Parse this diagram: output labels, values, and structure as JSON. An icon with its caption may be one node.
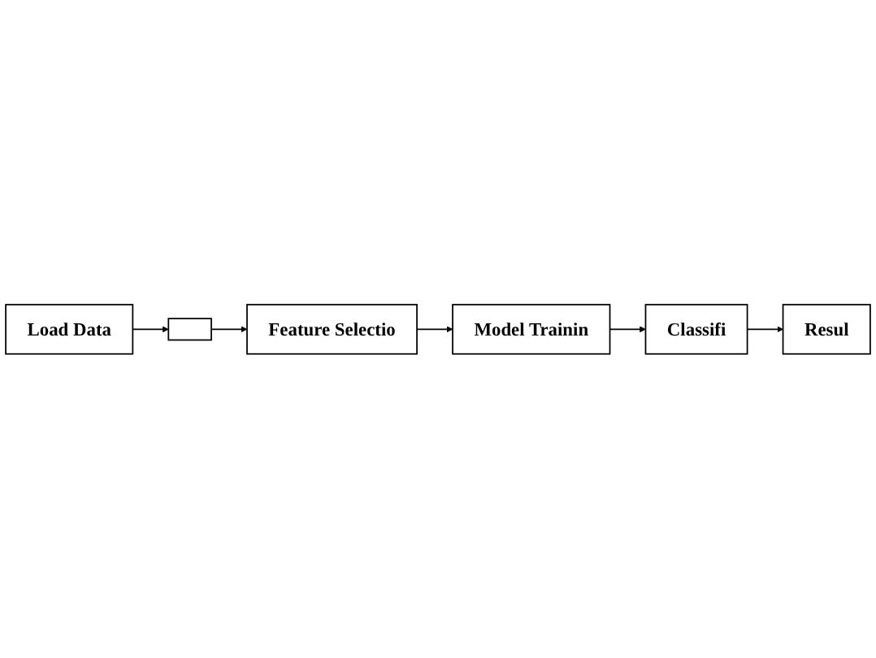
{
  "diagram": {
    "nodes": [
      {
        "text": [
          "Load Data"
        ]
      },
      {
        "text": [],
        "shape": "box"
      },
      {
        "text": [
          "Feature Selectio"
        ]
      },
      {
        "text": [
          "Model Trainin"
        ]
      },
      {
        "text": [
          "Classifi"
        ]
      },
      {
        "text": [
          "Resul"
        ]
      }
    ],
    "edges": [
      {
        "from": 0,
        "to": 1,
        "arrow": "to"
      },
      {
        "from": 1,
        "to": 2,
        "arrow": "to"
      },
      {
        "from": 2,
        "to": 3,
        "arrow": "to"
      },
      {
        "from": 3,
        "to": 4,
        "arrow": "to"
      },
      {
        "from": 4,
        "to": 5,
        "arrow": "to"
      }
    ]
  }
}
